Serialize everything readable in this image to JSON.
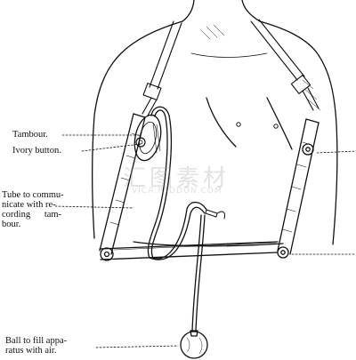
{
  "labels": {
    "tambour": "Tambour.",
    "ivory_button": "Ivory button.",
    "tube": [
      "Tube to commu-",
      "nicate with re-",
      "cording      tam-",
      "bour."
    ],
    "ball": [
      "Ball to fill appa-",
      "ratus with air."
    ]
  },
  "watermark": {
    "main": "汇图素材",
    "sub": "VICA.PADDON.COM"
  },
  "colors": {
    "ink": "#111111",
    "paper": "#ffffff"
  }
}
